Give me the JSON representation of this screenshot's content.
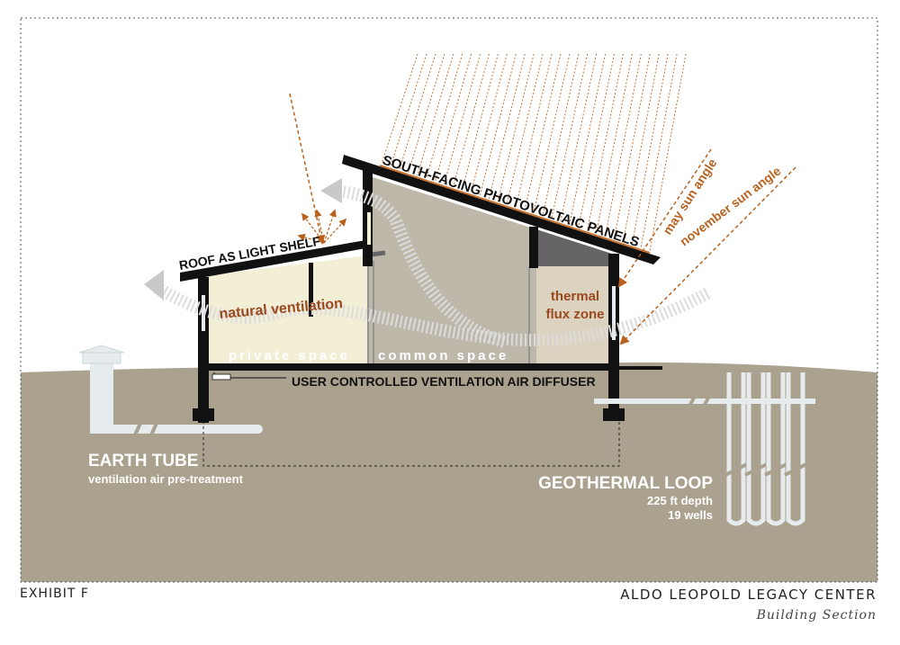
{
  "labels": {
    "pv_panels": "SOUTH-FACING PHOTOVOLTAIC PANELS",
    "light_shelf": "ROOF AS LIGHT SHELF",
    "may_sun": "may sun angle",
    "november_sun": "november sun angle",
    "natural_ventilation": "natural ventilation",
    "thermal_line1": "thermal",
    "thermal_line2": "flux zone",
    "private_space": "private space",
    "common_space": "common space",
    "diffuser": "USER CONTROLLED VENTILATION AIR DIFFUSER",
    "earth_tube": "EARTH TUBE",
    "earth_tube_sub": "ventilation air pre-treatment",
    "geothermal": "GEOTHERMAL LOOP",
    "geothermal_depth": "225 ft depth",
    "geothermal_wells": "19 wells"
  },
  "footer": {
    "exhibit": "EXHIBIT F",
    "project": "ALDO LEOPOLD LEGACY CENTER",
    "subtitle": "Building Section"
  },
  "colors": {
    "ground": "#aaa18e",
    "interior_light": "#f3eed6",
    "interior_mid": "#bdb8aa",
    "thermal_zone": "#dcd2c0",
    "structure": "#111111",
    "accent_orange": "#b8621e",
    "label_brown": "#9b4a1e",
    "pale_blue_white": "#e6ebee"
  }
}
